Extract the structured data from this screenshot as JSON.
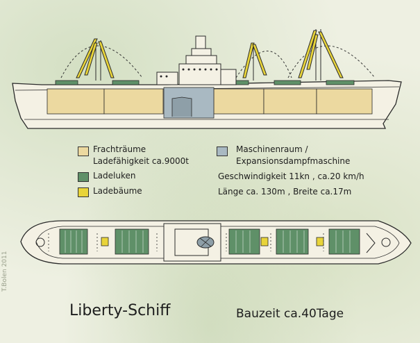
{
  "colors": {
    "cargo_hold": "#ecd9a0",
    "hatch": "#5f9068",
    "boom": "#e8d43a",
    "engine_room": "#a9b9c2",
    "hull_line": "#2a2a2a"
  },
  "legend": {
    "cargo_hold_line1": "Frachträume",
    "cargo_hold_line2": "Ladefähigkeit ca.9000t",
    "hatches": "Ladeluken",
    "booms": "Ladebäume",
    "engine_line1": "Maschinenraum /",
    "engine_line2": "Expansionsdampfmaschine",
    "speed": "Geschwindigkeit 11kn , ca.20 km/h",
    "dimensions": "Länge ca. 130m , Breite ca.17m"
  },
  "title": "Liberty-Schiff",
  "build_time": "Bauzeit ca.40Tage",
  "signature": "T.Bolen 2011"
}
